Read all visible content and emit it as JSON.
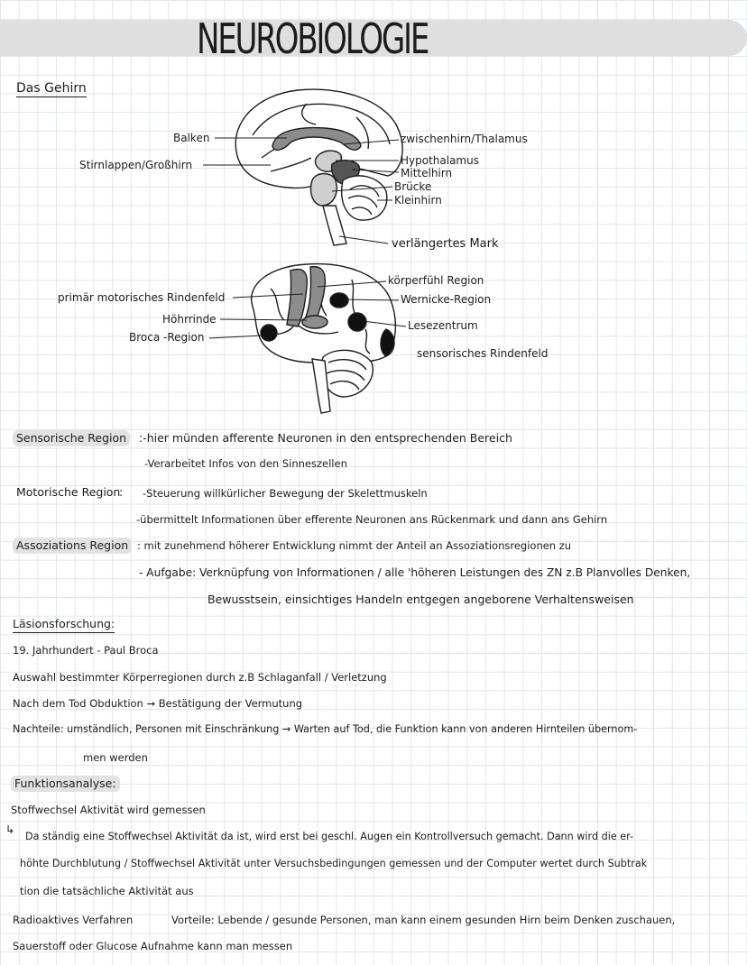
{
  "title": "NEUROBIOLOGIE",
  "section_brain": "Das Gehirn",
  "diagram1": {
    "labels_left": [
      "Balken",
      "Stirnlappen/Großhirn"
    ],
    "labels_right": [
      "zwischenhirn/Thalamus",
      "Hypothalamus",
      "Mittelhirn",
      "Brücke",
      "Kleinhirn"
    ],
    "label_bottom": "verlängertes Mark",
    "colors": {
      "gray": "#8c8c8c",
      "light": "#cfcfcf",
      "dark": "#555555"
    }
  },
  "diagram2": {
    "labels_left": [
      "primär motorisches Rindenfeld",
      "Höhrrinde",
      "Broca -Region"
    ],
    "labels_right": [
      "körperfühl Region",
      "Wernicke-Region",
      "Lesezentrum",
      "sensorisches Rindenfeld"
    ],
    "colors": {
      "gray": "#8c8c8c",
      "black": "#111111"
    }
  },
  "regions": {
    "sensorisch": {
      "label": "Sensorische Region",
      "line1": ":-hier münden afferente Neuronen in den entsprechenden Bereich",
      "line2": "-Verarbeitet Infos von den Sinneszellen"
    },
    "motorisch": {
      "label": "Motorische Region",
      "line1": "-Steuerung willkürlicher Bewegung der Skelettmuskeln",
      "line2": "-übermittelt Informationen über efferente Neuronen ans Rückenmark und dann ans Gehirn"
    },
    "assoziation": {
      "label": "Assoziations Region",
      "line1": ": mit zunehmend höherer Entwicklung nimmt der Anteil an Assoziationsregionen zu",
      "line2": "- Aufgabe: Verknüpfung von Informationen / alle 'höheren Leistungen des ZN z.B Planvolles Denken,",
      "line3": "Bewusstsein, einsichtiges Handeln entgegen angeborene Verhaltensweisen"
    }
  },
  "laesion": {
    "heading": "Läsionsforschung:",
    "items": [
      "19. Jahrhundert - Paul Broca",
      "Auswahl bestimmter Körperregionen durch z.B Schlaganfall / Verletzung",
      "Nach dem Tod Obduktion → Bestätigung der Vermutung",
      "Nachteile: umständlich, Personen mit Einschränkung → Warten auf Tod, die Funktion kann von anderen Hirnteilen übernom-",
      "men werden"
    ]
  },
  "funktion": {
    "heading": "Funktionsanalyse:",
    "items": [
      "Stoffwechsel Aktivität wird gemessen",
      "Da ständig eine Stoffwechsel Aktivität da ist, wird erst bei geschl. Augen ein Kontrollversuch gemacht. Dann wird die er-",
      "höhte Durchblutung / Stoffwechsel Aktivität unter Versuchsbedingungen gemessen und der Computer wertet durch Subtrak",
      "tion die tatsächliche Aktivität aus",
      "Radioaktives Verfahren",
      "Vorteile: Lebende / gesunde Personen, man kann einem gesunden Hirn beim Denken zuschauen,",
      "Sauerstoff oder Glucose Aufnahme kann man messen"
    ]
  }
}
